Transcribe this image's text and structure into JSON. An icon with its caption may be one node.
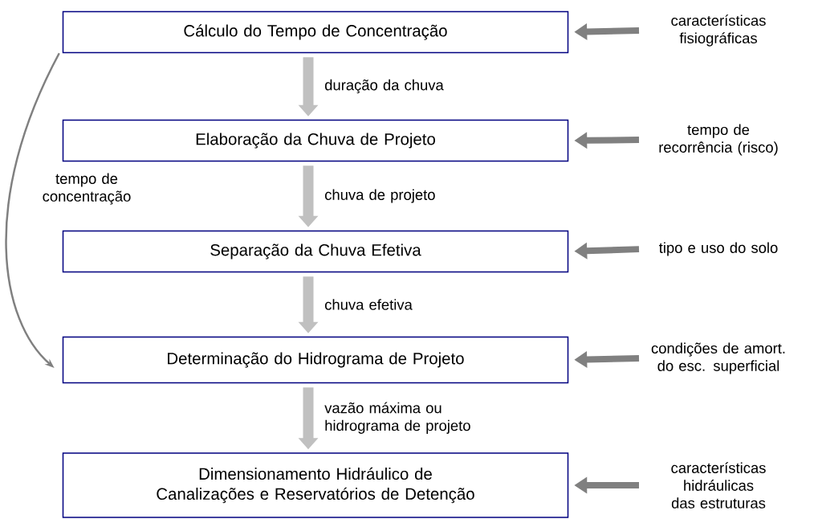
{
  "diagram": {
    "nodes": [
      {
        "text": [
          "Cálculo do Tempo de Concentração"
        ]
      },
      {
        "text": [
          "Elaboração da Chuva de Projeto"
        ]
      },
      {
        "text": [
          "Separação da Chuva Efetiva"
        ]
      },
      {
        "text": [
          "Determinação do Hidrograma de Projeto"
        ]
      },
      {
        "text": [
          "Dimensionamento Hidráulico de Canalizações e Reservatórios de Detenção"
        ]
      },
      {
        "text": [
          "características fisiográficas"
        ]
      },
      {
        "text": [
          "tempo de recorrência (risco)"
        ]
      },
      {
        "text": [
          "tipo e uso do solo"
        ]
      },
      {
        "text": [
          "condições de amort. do esc. superficial"
        ]
      },
      {
        "text": [
          "características hidráulicas das estruturas"
        ]
      }
    ],
    "edges": [
      {
        "from": 0,
        "to": 1,
        "arrow": "to",
        "label": "duração da chuva",
        "color": "#c0c0c0"
      },
      {
        "from": 1,
        "to": 2,
        "arrow": "to",
        "label": "chuva de projeto",
        "color": "#c0c0c0"
      },
      {
        "from": 2,
        "to": 3,
        "arrow": "to",
        "label": "chuva efetiva",
        "color": "#c0c0c0"
      },
      {
        "from": 3,
        "to": 4,
        "arrow": "to",
        "label": "vazão máxima ou hidrograma de projeto",
        "color": "#c0c0c0"
      },
      {
        "from": 5,
        "to": 0,
        "arrow": "to"
      },
      {
        "from": 6,
        "to": 1,
        "arrow": "to"
      },
      {
        "from": 7,
        "to": 2,
        "arrow": "to"
      },
      {
        "from": 8,
        "to": 3,
        "arrow": "to"
      },
      {
        "from": 9,
        "to": 4,
        "arrow": "to"
      },
      {
        "from": 0,
        "to": 3,
        "arrow": "to",
        "label": "tempo de concentração"
      }
    ]
  }
}
